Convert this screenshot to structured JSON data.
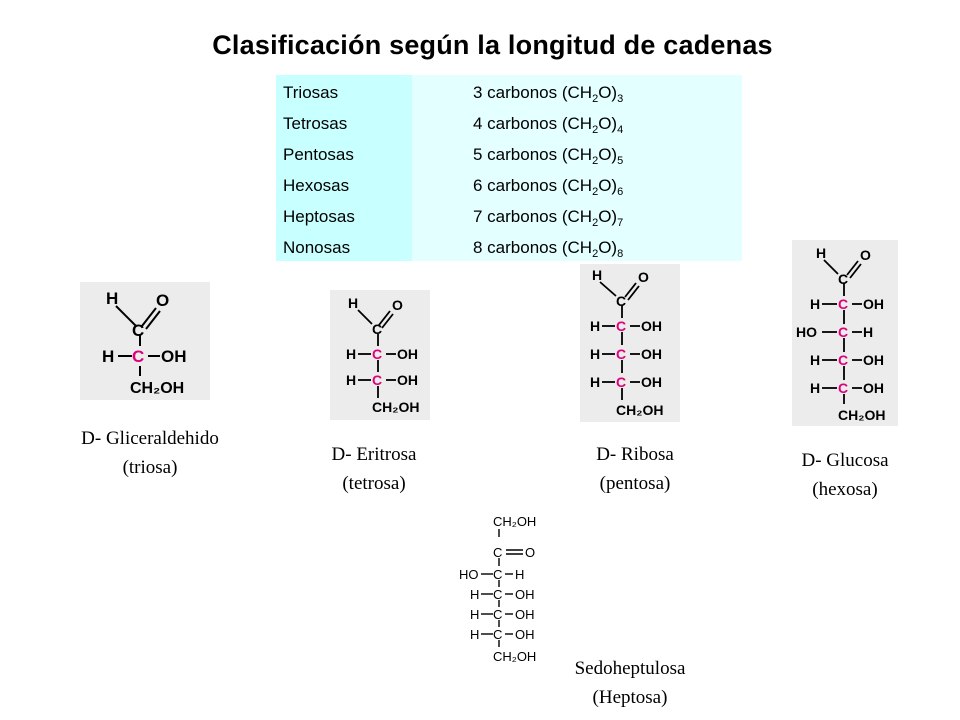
{
  "title": "Clasificación según la longitud de cadenas",
  "table": {
    "rows": [
      {
        "name": "Triosas",
        "formula": "3 carbonos (CH",
        "h_sub": "2",
        "o": "O)",
        "n_sub": "3"
      },
      {
        "name": "Tetrosas",
        "formula": "4 carbonos (CH",
        "h_sub": "2",
        "o": "O)",
        "n_sub": "4"
      },
      {
        "name": "Pentosas",
        "formula": "5 carbonos (CH",
        "h_sub": "2",
        "o": "O)",
        "n_sub": "5"
      },
      {
        "name": "Hexosas",
        "formula": "6 carbonos (CH",
        "h_sub": "2",
        "o": "O)",
        "n_sub": "6"
      },
      {
        "name": "Heptosas",
        "formula": "7 carbonos (CH",
        "h_sub": "2",
        "o": "O)",
        "n_sub": "7"
      },
      {
        "name": "Nonosas",
        "formula": "8 carbonos (CH",
        "h_sub": "2",
        "o": "O)",
        "n_sub": "8"
      }
    ]
  },
  "molecules": {
    "gliceraldehido": {
      "line1": "D- Gliceraldehido",
      "line2": "(triosa)"
    },
    "eritrosa": {
      "line1": "D- Eritrosa",
      "line2": "(tetrosa)"
    },
    "ribosa": {
      "line1": "D- Ribosa",
      "line2": "(pentosa)"
    },
    "glucosa": {
      "line1": "D- Glucosa",
      "line2": "(hexosa)"
    },
    "sedoheptulosa": {
      "line1": "Sedoheptulosa",
      "line2": "(Heptosa)"
    }
  },
  "atoms": {
    "h": "H",
    "o": "O",
    "c": "C",
    "oh": "OH",
    "ho": "HO",
    "ch2oh": "CH₂OH"
  },
  "colors": {
    "carbon_highlight": "#e0007a",
    "table_bg": "#e3ffff",
    "table_left": "#c8ffff",
    "molecule_bg": "#ececec"
  }
}
